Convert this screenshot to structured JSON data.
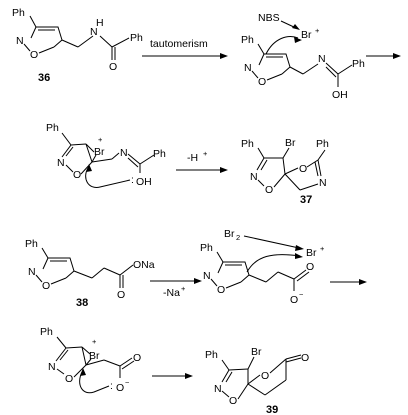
{
  "labels": {
    "ph": "Ph",
    "n": "N",
    "o": "O",
    "h": "H",
    "oh": "OH",
    "br": "Br",
    "plus": "+",
    "minus": "−",
    "o_minus": "O",
    "ona": "ONa",
    "nbs": "NBS",
    "br2": "Br",
    "br2_sub": "2",
    "br_plus": "Br",
    "br_plus_sup": "+",
    "tautomerism": "tautomerism",
    "minus_h": "-H",
    "minus_h_sup": "+",
    "minus_na": "-Na",
    "minus_na_sup": "+",
    "colon": ":"
  },
  "compounds": {
    "c36": "36",
    "c37": "37",
    "c38": "38",
    "c39": "39"
  }
}
